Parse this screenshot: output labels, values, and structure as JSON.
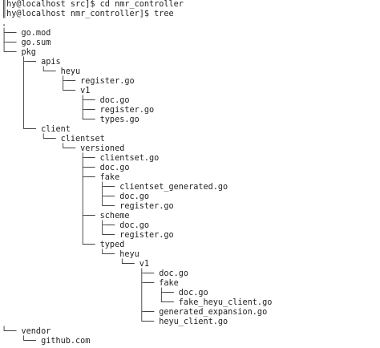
{
  "terminal": {
    "lines": [
      "║hy@localhost src]$ cd nmr_controller",
      "║hy@localhost nmr_controller]$ tree",
      ".",
      "├── go.mod",
      "├── go.sum",
      "└── pkg",
      "    ├── apis",
      "    │   └── heyu",
      "    │       ├── register.go",
      "    │       └── v1",
      "    │           ├── doc.go",
      "    │           ├── register.go",
      "    │           └── types.go",
      "    └── client",
      "        └── clientset",
      "            └── versioned",
      "                ├── clientset.go",
      "                ├── doc.go",
      "                ├── fake",
      "                │   ├── clientset_generated.go",
      "                │   ├── doc.go",
      "                │   └── register.go",
      "                ├── scheme",
      "                │   ├── doc.go",
      "                │   └── register.go",
      "                └── typed",
      "                    └── heyu",
      "                        └── v1",
      "                            ├── doc.go",
      "                            ├── fake",
      "                            │   ├── doc.go",
      "                            │   └── fake_heyu_client.go",
      "                            ├── generated_expansion.go",
      "                            └── heyu_client.go",
      "└── vendor",
      "    └── github.com"
    ]
  }
}
